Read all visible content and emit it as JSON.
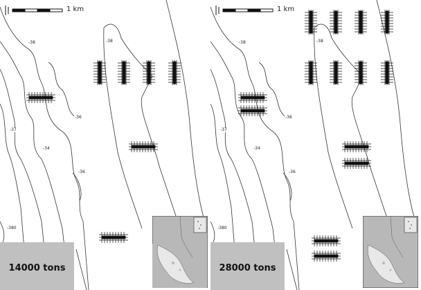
{
  "panels": [
    {
      "id": "left",
      "tons_label": "14000 tons",
      "scale_label": "1 km",
      "contours": [
        "-38",
        "-38",
        "-36",
        "-37",
        "-34",
        "-36",
        "-380"
      ]
    },
    {
      "id": "right",
      "tons_label": "28000 tons",
      "scale_label": "1 km",
      "contours": [
        "-38",
        "-38",
        "-36",
        "-37",
        "-34",
        "-36",
        "-380"
      ]
    }
  ],
  "colors": {
    "contour": "#333333",
    "grid": "#111111",
    "label_box": "#c0c0c0",
    "inset_sea": "#b8b8b8",
    "inset_land": "#e8e8e8"
  }
}
